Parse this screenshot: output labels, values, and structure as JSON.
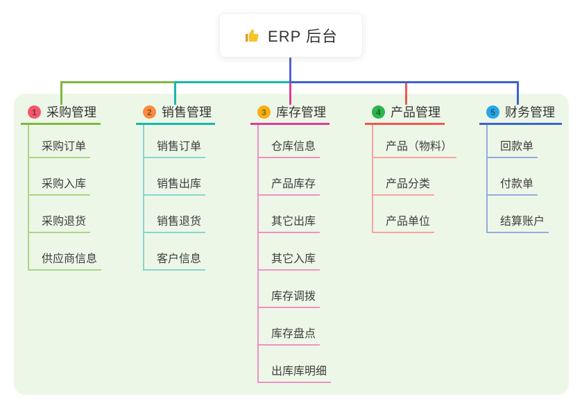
{
  "root_node": {
    "label": "ERP 后台",
    "icon": "thumbs-up-icon",
    "icon_color": "#f7c32a",
    "icon_cuff_color": "#dd9f2e"
  },
  "panel": {
    "background": "#edf7e8"
  },
  "connectors": {
    "root_stub_color": "#5163d1"
  },
  "branches": [
    {
      "index": "1",
      "label": "采购管理",
      "badge_color": "#f3586d",
      "line_color": "#7db83f",
      "child_line_color": "#abd583",
      "children": [
        "采购订单",
        "采购入库",
        "采购退货",
        "供应商信息"
      ]
    },
    {
      "index": "2",
      "label": "销售管理",
      "badge_color": "#fa8a3d",
      "line_color": "#17b8ac",
      "child_line_color": "#85d6cd",
      "children": [
        "销售订单",
        "销售出库",
        "销售退货",
        "客户信息"
      ]
    },
    {
      "index": "3",
      "label": "库存管理",
      "badge_color": "#f9b013",
      "line_color": "#e03c96",
      "child_line_color": "#f08fc4",
      "children": [
        "仓库信息",
        "产品库存",
        "其它出库",
        "其它入库",
        "库存调拨",
        "库存盘点",
        "出库库明细"
      ]
    },
    {
      "index": "4",
      "label": "产品管理",
      "badge_color": "#2db44e",
      "line_color": "#f4554c",
      "child_line_color": "#f9a39c",
      "children": [
        "产品（物料）",
        "产品分类",
        "产品单位"
      ]
    },
    {
      "index": "5",
      "label": "财务管理",
      "badge_color": "#29a5e4",
      "line_color": "#3c63c8",
      "child_line_color": "#94abdf",
      "children": [
        "回款单",
        "付款单",
        "结算账户"
      ]
    }
  ]
}
